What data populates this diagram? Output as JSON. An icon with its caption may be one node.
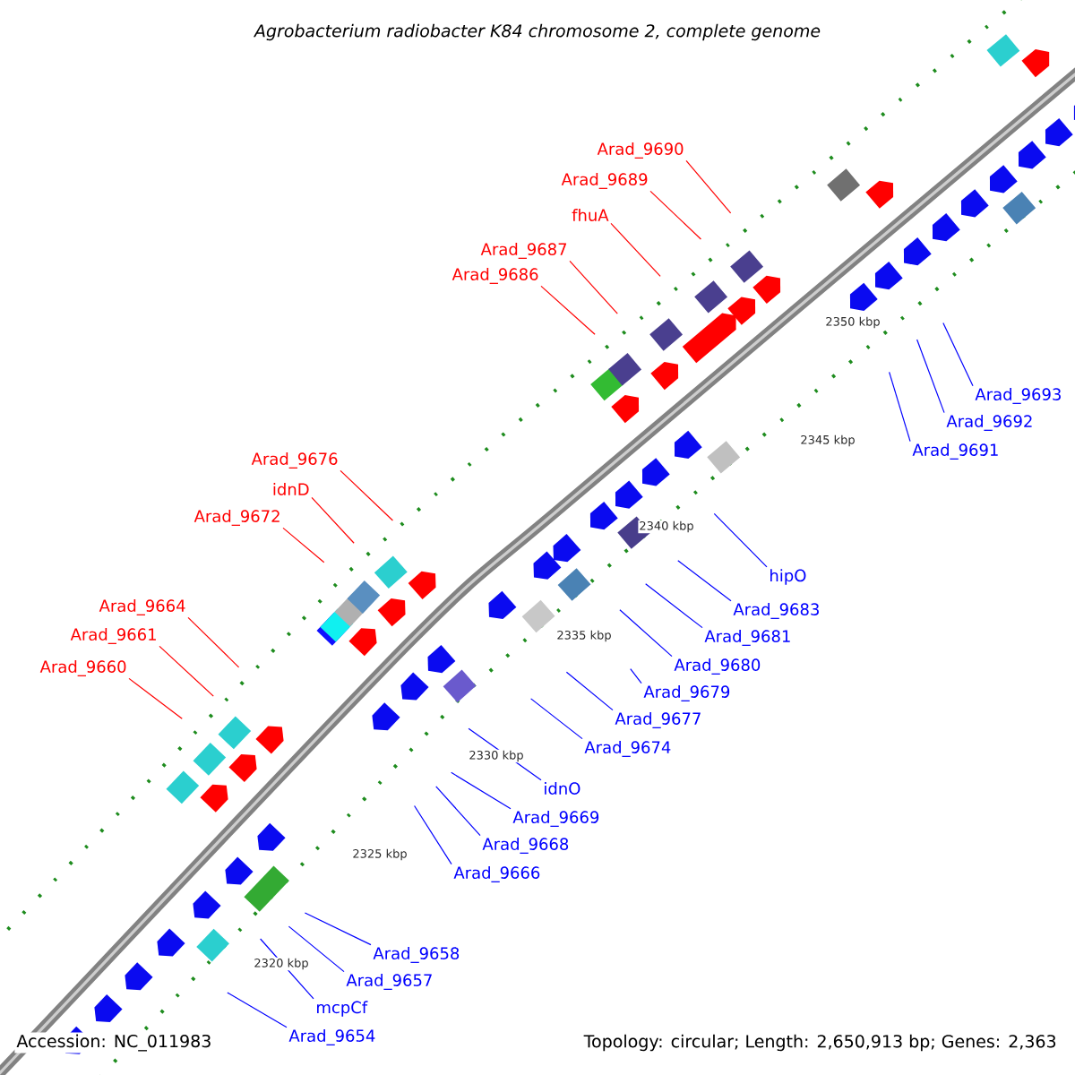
{
  "diagram": {
    "title": "Agrobacterium radiobacter K84 chromosome 2, complete genome",
    "nodes": [
      {
        "text": [
          "Arad_9690"
        ]
      },
      {
        "text": [
          "Arad_9689"
        ]
      },
      {
        "text": [
          "fhuA"
        ]
      },
      {
        "text": [
          "Arad_9687"
        ]
      },
      {
        "text": [
          "Arad_9686"
        ]
      },
      {
        "text": [
          "Arad_9676"
        ]
      },
      {
        "text": [
          "idnD"
        ]
      },
      {
        "text": [
          "Arad_9672"
        ]
      },
      {
        "text": [
          "Arad_9664"
        ]
      },
      {
        "text": [
          "Arad_9661"
        ]
      },
      {
        "text": [
          "Arad_9660"
        ]
      },
      {
        "text": [
          "Arad_9693"
        ]
      },
      {
        "text": [
          "Arad_9692"
        ]
      },
      {
        "text": [
          "Arad_9691"
        ]
      },
      {
        "text": [
          "hipO"
        ]
      },
      {
        "text": [
          "Arad_9683"
        ]
      },
      {
        "text": [
          "Arad_9681"
        ]
      },
      {
        "text": [
          "Arad_9680"
        ]
      },
      {
        "text": [
          "Arad_9679"
        ]
      },
      {
        "text": [
          "Arad_9677"
        ]
      },
      {
        "text": [
          "Arad_9674"
        ]
      },
      {
        "text": [
          "idnO"
        ]
      },
      {
        "text": [
          "Arad_9669"
        ]
      },
      {
        "text": [
          "Arad_9668"
        ]
      },
      {
        "text": [
          "Arad_9666"
        ]
      },
      {
        "text": [
          "Arad_9658"
        ]
      },
      {
        "text": [
          "Arad_9657"
        ]
      },
      {
        "text": [
          "mcpCf"
        ]
      },
      {
        "text": [
          "Arad_9654"
        ]
      }
    ],
    "edges": [
      {
        "from": 0,
        "to": null,
        "arrow": "none",
        "color": "#ff0000"
      },
      {
        "from": 1,
        "to": null,
        "arrow": "none",
        "color": "#ff0000"
      },
      {
        "from": 2,
        "to": null,
        "arrow": "none",
        "color": "#ff0000"
      },
      {
        "from": 3,
        "to": null,
        "arrow": "none",
        "color": "#ff0000"
      },
      {
        "from": 4,
        "to": null,
        "arrow": "none",
        "color": "#ff0000"
      },
      {
        "from": 5,
        "to": null,
        "arrow": "none",
        "color": "#ff0000"
      },
      {
        "from": 6,
        "to": null,
        "arrow": "none",
        "color": "#ff0000"
      },
      {
        "from": 7,
        "to": null,
        "arrow": "none",
        "color": "#ff0000"
      },
      {
        "from": 8,
        "to": null,
        "arrow": "none",
        "color": "#ff0000"
      },
      {
        "from": 9,
        "to": null,
        "arrow": "none",
        "color": "#ff0000"
      },
      {
        "from": 10,
        "to": null,
        "arrow": "none",
        "color": "#ff0000"
      },
      {
        "from": 11,
        "to": null,
        "arrow": "none"
      },
      {
        "from": 12,
        "to": null,
        "arrow": "none"
      },
      {
        "from": 13,
        "to": null,
        "arrow": "none"
      },
      {
        "from": 14,
        "to": null,
        "arrow": "none"
      },
      {
        "from": 15,
        "to": null,
        "arrow": "none"
      },
      {
        "from": 16,
        "to": null,
        "arrow": "none"
      },
      {
        "from": 17,
        "to": null,
        "arrow": "none"
      },
      {
        "from": 18,
        "to": null,
        "arrow": "none"
      },
      {
        "from": 19,
        "to": null,
        "arrow": "none"
      },
      {
        "from": 20,
        "to": null,
        "arrow": "none"
      },
      {
        "from": 21,
        "to": null,
        "arrow": "none"
      },
      {
        "from": 22,
        "to": null,
        "arrow": "none"
      },
      {
        "from": 23,
        "to": null,
        "arrow": "none"
      },
      {
        "from": 24,
        "to": null,
        "arrow": "none"
      },
      {
        "from": 25,
        "to": null,
        "arrow": "none"
      },
      {
        "from": 26,
        "to": null,
        "arrow": "none"
      },
      {
        "from": 27,
        "to": null,
        "arrow": "none"
      },
      {
        "from": 28,
        "to": null,
        "arrow": "none"
      }
    ],
    "labels": [
      "2350 kbp",
      "2345 kbp",
      "2340 kbp",
      "2335 kbp",
      "2330 kbp",
      "2325 kbp",
      "2320 kbp",
      "Accession: NC_011983",
      "Topology: circular; Length: 2,650,913 bp; Genes: 2,363"
    ]
  }
}
